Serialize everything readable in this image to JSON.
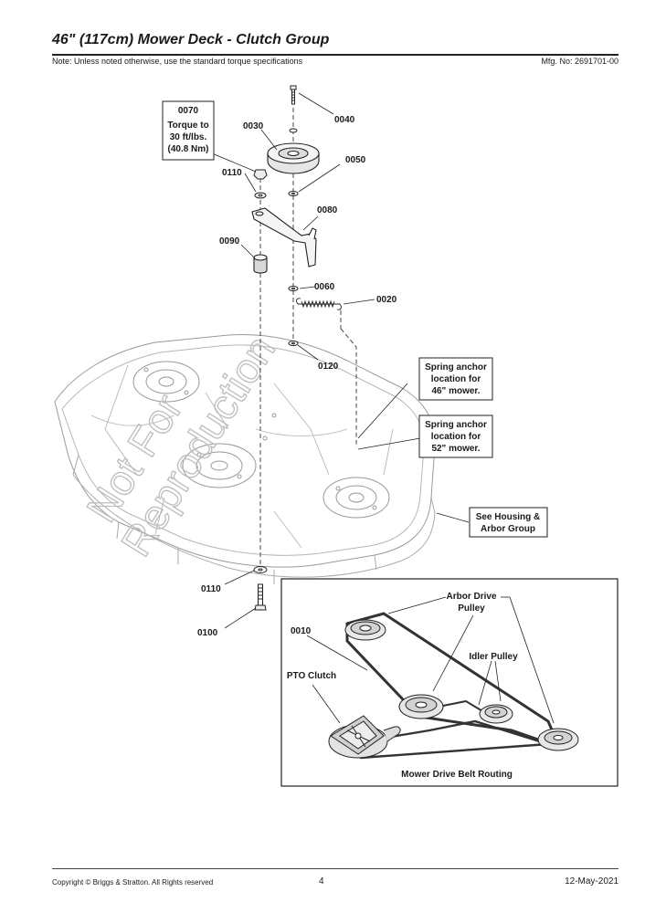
{
  "header": {
    "title": "46\" (117cm) Mower Deck - Clutch Group",
    "note": "Note: Unless noted otherwise, use the standard torque specifications",
    "mfg_no": "Mfg. No: 2691701-00"
  },
  "parts": {
    "p0040": "0040",
    "p0030": "0030",
    "p0050": "0050",
    "p0110_top": "0110",
    "p0080": "0080",
    "p0090": "0090",
    "p0060": "0060",
    "p0020": "0020",
    "p0120": "0120",
    "p0110_bottom": "0110",
    "p0100": "0100",
    "p0010": "0010"
  },
  "callouts": {
    "torque": [
      "0070",
      "Torque to",
      "30 ft/lbs.",
      "(40.8 Nm)"
    ],
    "anchor46": [
      "Spring anchor",
      "location for",
      "46\" mower."
    ],
    "anchor52": [
      "Spring anchor",
      "location for",
      "52\" mower."
    ],
    "housing": [
      "See Housing &",
      "Arbor Group"
    ]
  },
  "inset": {
    "arbor_label": [
      "Arbor Drive",
      "Pulley"
    ],
    "idler_label": "Idler Pulley",
    "pto_label": "PTO Clutch",
    "caption": "Mower Drive Belt Routing"
  },
  "watermark": [
    "Not For",
    "Reproduction"
  ],
  "footer": {
    "copyright": "Copyright © Briggs & Stratton. All Rights reserved",
    "page": "4",
    "date": "12-May-2021"
  }
}
